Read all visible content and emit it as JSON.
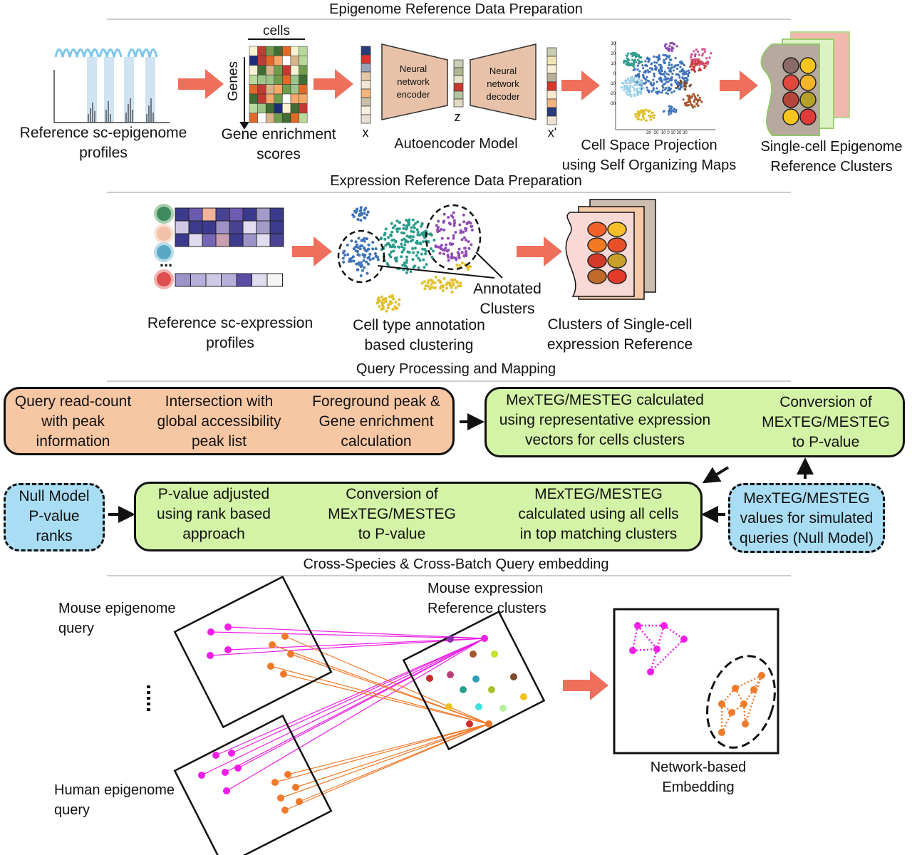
{
  "sections": {
    "epigenome_title": "Epigenome Reference Data Preparation",
    "expression_title": "Expression Reference Data Preparation",
    "query_title": "Query Processing and Mapping",
    "cross_title": "Cross-Species & Cross-Batch Query embedding"
  },
  "epigenome": {
    "profiles_label": "Reference sc-epigenome\nprofiles",
    "cells_label": "cells",
    "genes_label": "Genes",
    "gene_scores_label": "Gene enrichment\nscores",
    "x_label": "x",
    "x_prime_label": "x'",
    "z_label": "z",
    "encoder_label": "Neural\nnetwork\nencoder",
    "decoder_label": "Neural\nnetwork\ndecoder",
    "autoencoder_label": "Autoencoder Model",
    "som_label": "Cell Space Projection\nusing Self Organizing Maps",
    "som_ticks_x": [
      "-30",
      "-20",
      "-10",
      "0",
      "10",
      "20",
      "30"
    ],
    "som_ticks_y": [
      "30",
      "20",
      "10",
      "0",
      "-10",
      "-20",
      "-30"
    ],
    "clusters_label": "Single-cell Epigenome\nReference Clusters"
  },
  "expression": {
    "profiles_label": "Reference sc-expression\nprofiles",
    "annotation_label": "Cell type annotation\nbased clustering",
    "annotated_label": "Annotated\nClusters",
    "clusters_label": "Clusters of Single-cell\nexpression Reference",
    "ellipsis": "..."
  },
  "query": {
    "step1": "Query read-count\nwith peak\ninformation",
    "step2": "Intersection with\nglobal accessibility\npeak list",
    "step3": "Foreground peak &\nGene enrichment\ncalculation",
    "step4": "MexTEG/MESTEG calculated\nusing representative expression\nvectors for cells clusters",
    "step5": "Conversion of\nMExTEG/MESTEG\nto P-value",
    "step6": "MexTEG/MESTEG\nvalues for simulated\nqueries (Null Model)",
    "step7": "MExTEG/MESTEG\ncalculated using all cells\nin top matching clusters",
    "step8": "Conversion of\nMExTEG/MESTEG\nto P-value",
    "step9": "P-value adjusted\nusing rank based\napproach",
    "step10": "Null Model\nP-value\nranks"
  },
  "cross": {
    "mouse_query": "Mouse epigenome\nquery",
    "human_query": "Human epigenome\nquery",
    "mouse_ref": "Mouse expression\nReference clusters",
    "network_label": "Network-based\nEmbedding"
  },
  "colors": {
    "arrow": "#ee6f5b",
    "orange_box": "#f7c7a4",
    "green_box": "#d3f3a6",
    "blue_box": "#a9ddf3",
    "magenta": "#ee1ee6",
    "orange_dot": "#f07a2a"
  }
}
